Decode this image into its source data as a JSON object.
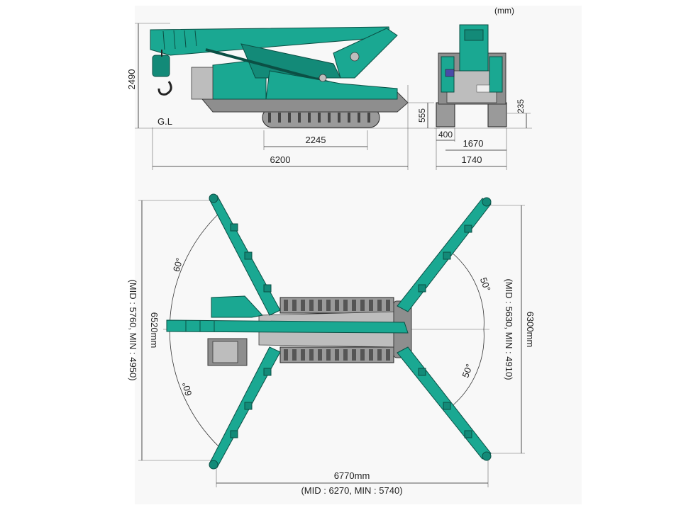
{
  "unit": "(mm)",
  "side_view": {
    "height_total": "2490",
    "ground_label": "G.L",
    "track_length": "2245",
    "overall_length": "6200",
    "ground_clearance_rear": "555"
  },
  "rear_view": {
    "clearance": "235",
    "track_width": "400",
    "track_gauge": "1670",
    "overall_width": "1740"
  },
  "top_view": {
    "left_span": "6520mm",
    "left_span_note": "(MID : 5760, MIN : 4950)",
    "right_span": "6300mm",
    "right_span_note": "(MID : 5630, MIN : 4910)",
    "bottom_span": "6770mm",
    "bottom_span_note": "(MID : 6270, MIN : 5740)",
    "angle_front_upper": "60°",
    "angle_front_lower": "60°",
    "angle_rear_upper": "50°",
    "angle_rear_lower": "50°"
  },
  "colors": {
    "machine": "#1aa892",
    "machine_dark": "#138a78",
    "chassis": "#8e8e8e"
  }
}
